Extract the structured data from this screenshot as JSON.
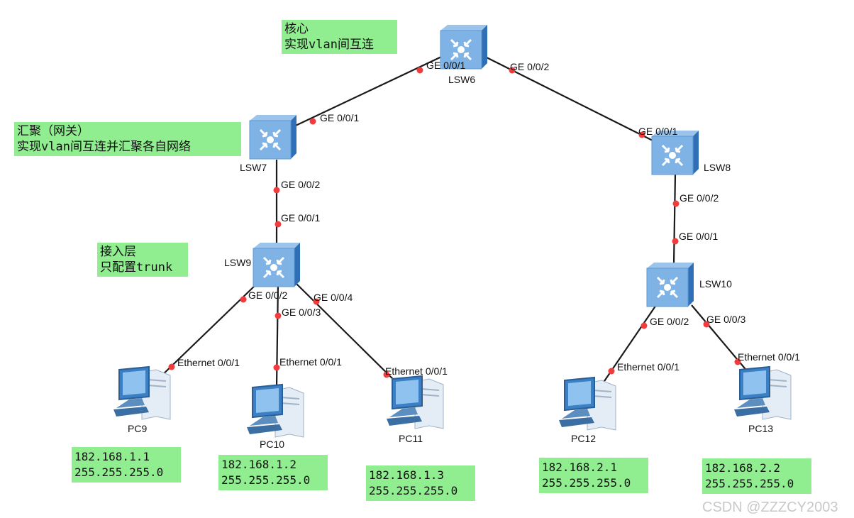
{
  "colors": {
    "note_bg": "#90ee90",
    "link": "#1a1a1a",
    "port_dot": "#f03c3c",
    "switch": "#5b9bd5"
  },
  "notes": [
    {
      "lines": [
        "核心",
        "实现vlan间互连"
      ]
    },
    {
      "lines": [
        "汇聚（网关）",
        "实现vlan间互连并汇聚各自网络"
      ]
    },
    {
      "lines": [
        "接入层",
        "只配置trunk"
      ]
    }
  ],
  "switches": [
    {
      "name": "LSW6",
      "icon": "switch-icon"
    },
    {
      "name": "LSW7",
      "icon": "switch-icon"
    },
    {
      "name": "LSW8",
      "icon": "switch-icon"
    },
    {
      "name": "LSW9",
      "icon": "switch-icon"
    },
    {
      "name": "LSW10",
      "icon": "switch-icon"
    }
  ],
  "pcs": [
    {
      "name": "PC9",
      "ip": "182.168.1.1",
      "mask": "255.255.255.0",
      "icon": "pc-icon"
    },
    {
      "name": "PC10",
      "ip": "182.168.1.2",
      "mask": "255.255.255.0",
      "icon": "pc-icon"
    },
    {
      "name": "PC11",
      "ip": "182.168.1.3",
      "mask": "255.255.255.0",
      "icon": "pc-icon"
    },
    {
      "name": "PC12",
      "ip": "182.168.2.1",
      "mask": "255.255.255.0",
      "icon": "pc-icon"
    },
    {
      "name": "PC13",
      "ip": "182.168.2.2",
      "mask": "255.255.255.0",
      "icon": "pc-icon"
    }
  ],
  "links": [
    {
      "from": "LSW6",
      "from_port": "GE 0/0/1",
      "to": "LSW7",
      "to_port": "GE 0/0/1"
    },
    {
      "from": "LSW6",
      "from_port": "GE 0/0/2",
      "to": "LSW8",
      "to_port": "GE 0/0/1"
    },
    {
      "from": "LSW7",
      "from_port": "GE 0/0/2",
      "to": "LSW9",
      "to_port": "GE 0/0/1"
    },
    {
      "from": "LSW8",
      "from_port": "GE 0/0/2",
      "to": "LSW10",
      "to_port": "GE 0/0/1"
    },
    {
      "from": "LSW9",
      "from_port": "GE 0/0/2",
      "to": "PC9",
      "to_port": "Ethernet 0/0/1"
    },
    {
      "from": "LSW9",
      "from_port": "GE 0/0/3",
      "to": "PC10",
      "to_port": "Ethernet 0/0/1"
    },
    {
      "from": "LSW9",
      "from_port": "GE 0/0/4",
      "to": "PC11",
      "to_port": "Ethernet 0/0/1"
    },
    {
      "from": "LSW10",
      "from_port": "GE 0/0/2",
      "to": "PC12",
      "to_port": "Ethernet 0/0/1"
    },
    {
      "from": "LSW10",
      "from_port": "GE 0/0/3",
      "to": "PC13",
      "to_port": "Ethernet 0/0/1"
    }
  ],
  "watermark": "CSDN @ZZZCY2003"
}
